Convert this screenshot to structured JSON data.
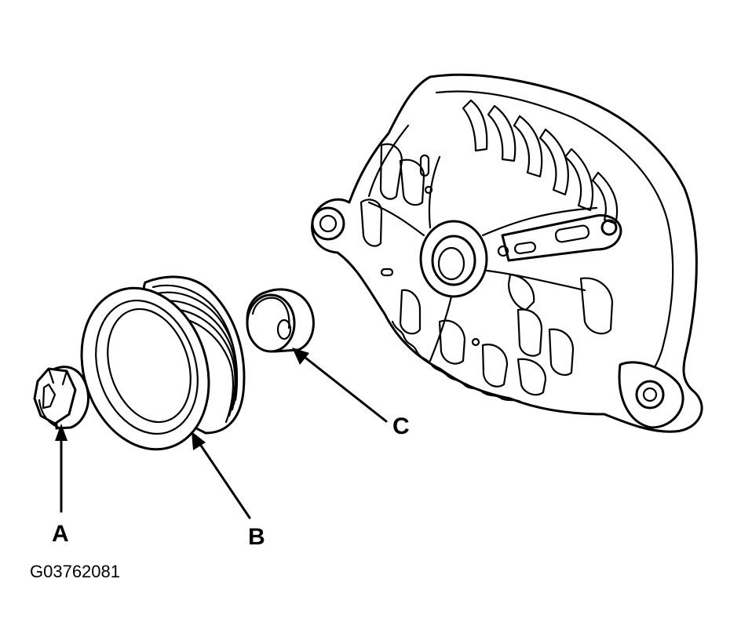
{
  "callouts": {
    "a": {
      "label": "A"
    },
    "b": {
      "label": "B"
    },
    "c": {
      "label": "C"
    }
  },
  "figure_id": "G03762081"
}
